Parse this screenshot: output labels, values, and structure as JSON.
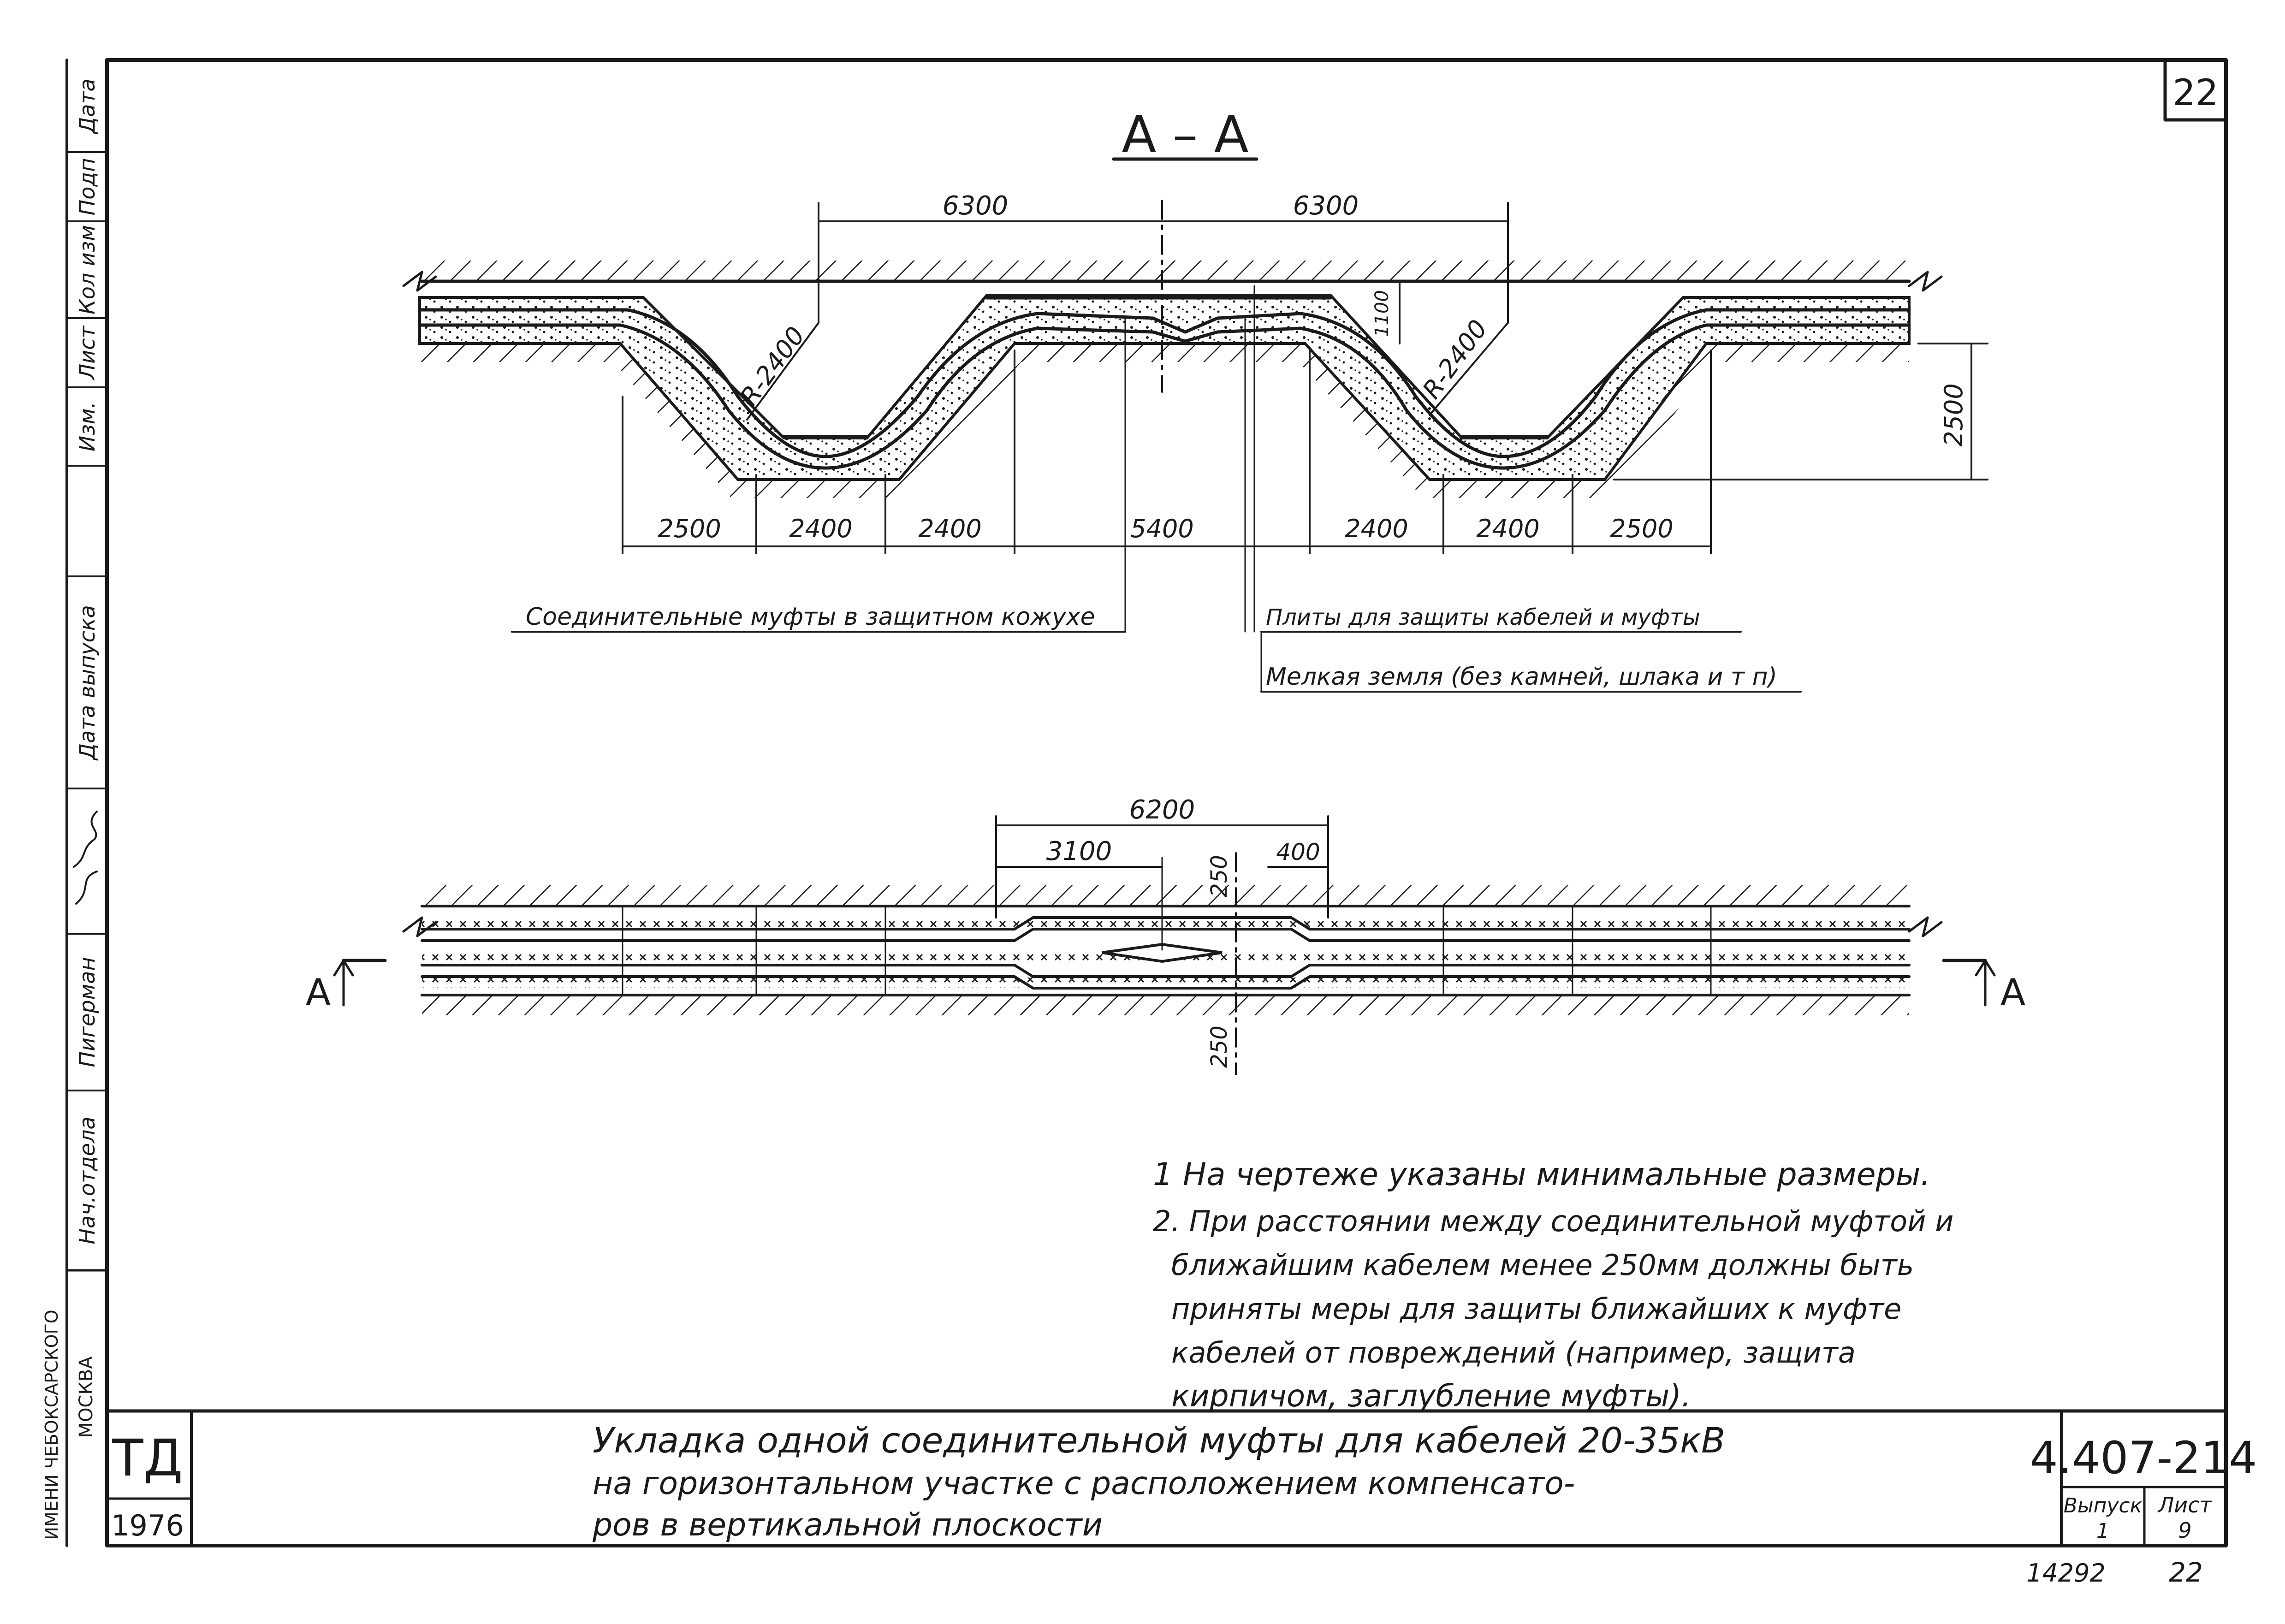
{
  "sheet": {
    "sheet_corner_number": "22",
    "bottom_stamp_left": "14292",
    "bottom_stamp_right": "22"
  },
  "left_strip": {
    "col_labels": [
      "Изм.",
      "Лист",
      "Кол изм",
      "Подп",
      "Дата"
    ],
    "release_date_label": "Дата выпуска",
    "sig1_role": "Нач.отдела",
    "sig1_name": "Пигерман",
    "org_line": "ИМЕНИ ЧЕБОКСАРСКОГО",
    "city": "МОСКВА"
  },
  "section": {
    "title": "А – А",
    "dims_top": [
      "6300",
      "6300"
    ],
    "dim_depth_small": "1100",
    "dim_depth_big": "2500",
    "radius_left": "R-2400",
    "radius_right": "R-2400",
    "dims_bottom": [
      "2500",
      "2400",
      "2400",
      "5400",
      "2400",
      "2400",
      "2500"
    ],
    "label_left": "Соединительные муфты в защитном кожухе",
    "label_right_1": "Плиты для защиты кабелей и муфты",
    "label_right_2": "Мелкая земля (без камней, шлака и т п)"
  },
  "plan": {
    "dim_total": "6200",
    "dim_half": "3100",
    "dim_offset": "400",
    "dim_top_250": "250",
    "dim_bottom_250": "250",
    "cut_left": "А",
    "cut_right": "А"
  },
  "notes": [
    "1  На чертеже указаны минимальные размеры.",
    "2. При расстоянии между соединительной муфтой и",
    "ближайшим кабелем менее 250мм должны быть",
    "приняты меры для защиты ближайших к муфте",
    "кабелей от повреждений (например, защита",
    "кирпичом, заглубление муфты)."
  ],
  "title_block": {
    "org_mark": "ТД",
    "year": "1976",
    "title_line1": "Укладка одной соединительной муфты для кабелей 20-35кВ",
    "title_line2": "на горизонтальном участке с расположением компенсато-",
    "title_line3": "ров в вертикальной плоскости",
    "doc_number": "4.407-214",
    "issue_label": "Выпуск",
    "issue_value": "1",
    "sheet_label": "Лист",
    "sheet_value": "9"
  }
}
